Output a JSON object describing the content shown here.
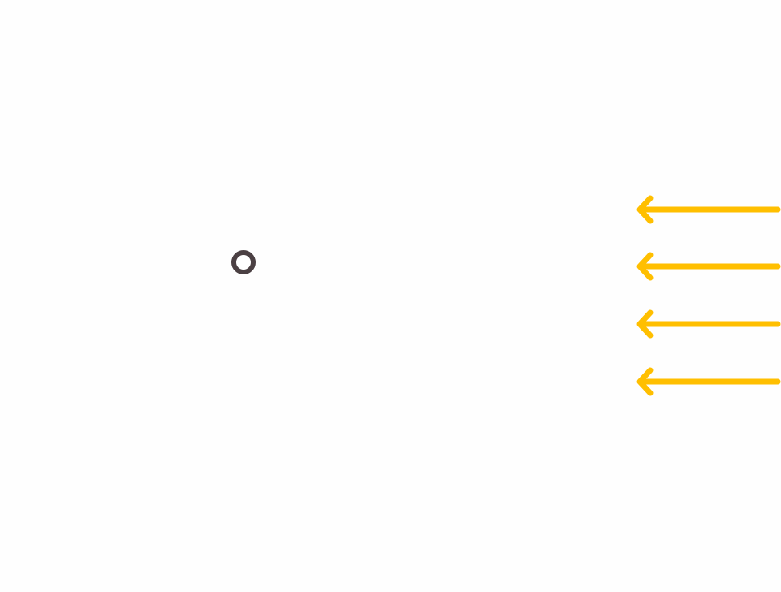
{
  "diagram": {
    "background_color": "#fefefe",
    "particle": {
      "shape": "ring",
      "stroke_color": "#4b4043",
      "fill_color": "#ffffff"
    },
    "arrows": {
      "count": 4,
      "direction": "left",
      "color": "#ffbf00"
    }
  }
}
